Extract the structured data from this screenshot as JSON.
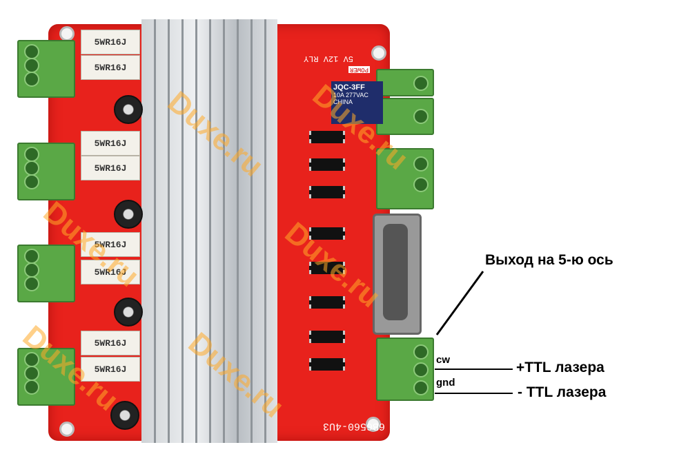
{
  "board": {
    "resistor_label": "5WR16J",
    "resistor_label_top": "5WR16J",
    "relay_brand": "JQC-3FF",
    "relay_spec_1": "10A 277VAC",
    "relay_spec_2": "CHINA",
    "relay_silk": "5V 12V RLY",
    "power_silk": "POWER",
    "model_silk": "6B6560-4U3",
    "watermark": "Duxe.ru"
  },
  "annotations": {
    "title": "Выход на 5-ю ось",
    "pin_cw": "cw",
    "pin_gnd": "gnd",
    "plus_ttl": "+TTL лазера",
    "minus_ttl": "- TTL лазера"
  }
}
